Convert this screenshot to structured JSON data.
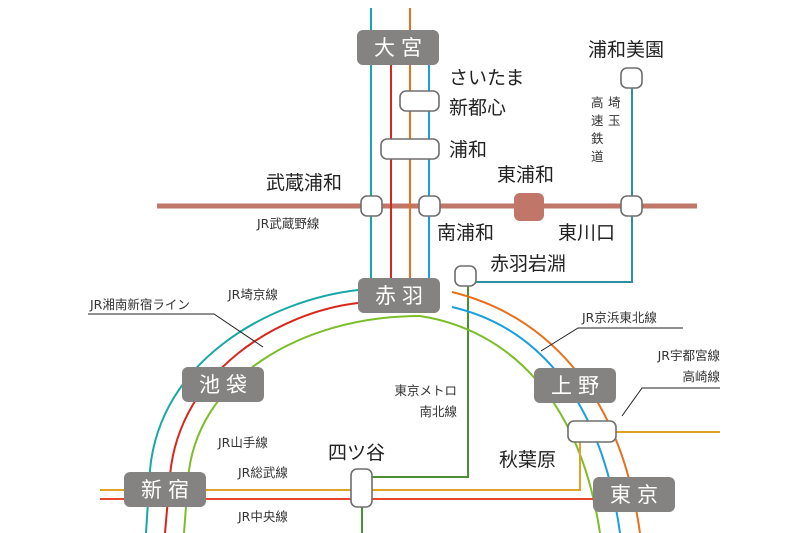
{
  "map": {
    "featured_station": "東浦和",
    "colors": {
      "musashino": "#c0776a",
      "saikyo": "#17a8a6",
      "shonan_shinjuku": "#d9261c",
      "utsunomiya_takasaki": "#e8701a",
      "keihin_tohoku": "#1a9fe0",
      "yamanote": "#7cbd2a",
      "sobu": "#e0a32a",
      "chuo": "#e8462a",
      "namboku": "#4c8f36",
      "saitama_railway": "#2f8fa0",
      "hub": "#858382",
      "featured_text": "#b65a48"
    },
    "hubs": {
      "omiya": "大宮",
      "akabane": "赤羽",
      "ikebukuro": "池袋",
      "ueno": "上野",
      "shinjuku": "新宿",
      "tokyo": "東京"
    },
    "stations": {
      "saitama_shintoshin_1": "さいたま",
      "saitama_shintoshin_2": "新都心",
      "urawa": "浦和",
      "musashi_urawa": "武蔵浦和",
      "minami_urawa": "南浦和",
      "higashi_urawa": "東浦和",
      "higashi_kawaguchi": "東川口",
      "urawa_misono": "浦和美園",
      "akabane_iwabuchi": "赤羽岩淵",
      "yotsuya": "四ツ谷",
      "akihabara": "秋葉原"
    },
    "line_labels": {
      "musashino": "JR武蔵野線",
      "saikyo": "JR埼京線",
      "shonan_shinjuku": "JR湘南新宿ライン",
      "keihin_tohoku": "JR京浜東北線",
      "utsunomiya_1": "JR宇都宮線",
      "utsunomiya_2": "高崎線",
      "namboku_1": "東京メトロ",
      "namboku_2": "南北線",
      "yamanote": "JR山手線",
      "sobu": "JR総武線",
      "chuo": "JR中央線",
      "saitama_railway": [
        "埼",
        "玉",
        "高",
        "速",
        "鉄",
        "道"
      ]
    }
  }
}
